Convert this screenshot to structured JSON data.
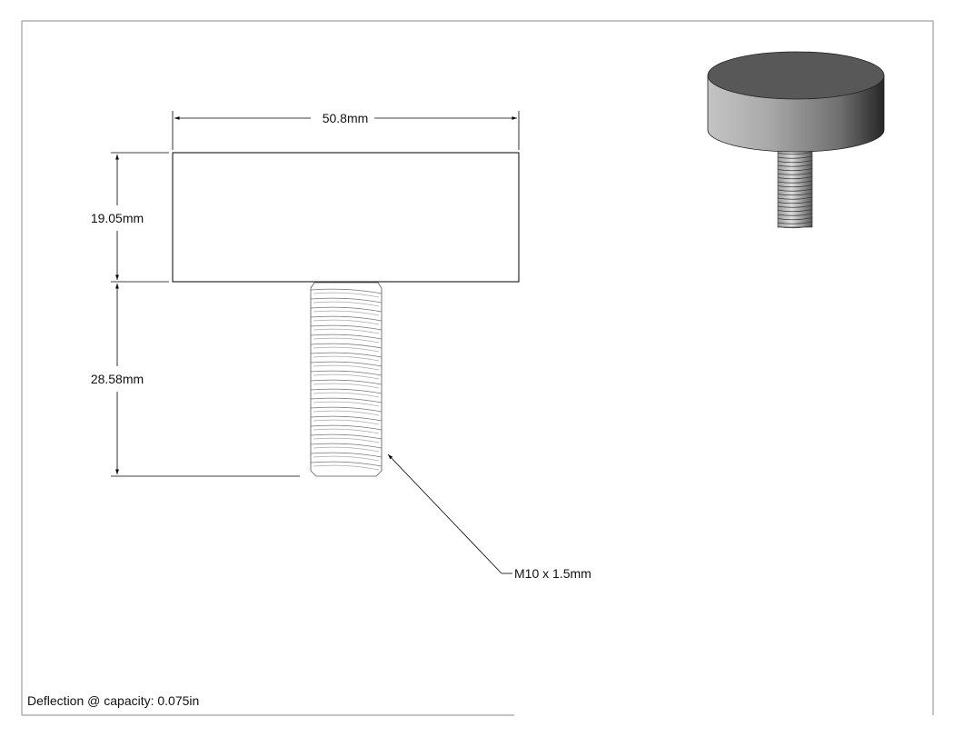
{
  "dimensions": {
    "width": "50.8mm",
    "head_height": "19.05mm",
    "thread_length": "28.58mm"
  },
  "callout": {
    "thread_spec": "M10 x 1.5mm"
  },
  "note": {
    "text": "Deflection @ capacity: 0.075in"
  },
  "colors": {
    "line": "#000000",
    "border": "#8a8a8a",
    "head_top": "#5a5a5a",
    "head_side_light": "#bdbdbd",
    "head_side_dark": "#2e2e2e",
    "thread_light": "#d8d8d8",
    "thread_dark": "#6e6e6e"
  }
}
